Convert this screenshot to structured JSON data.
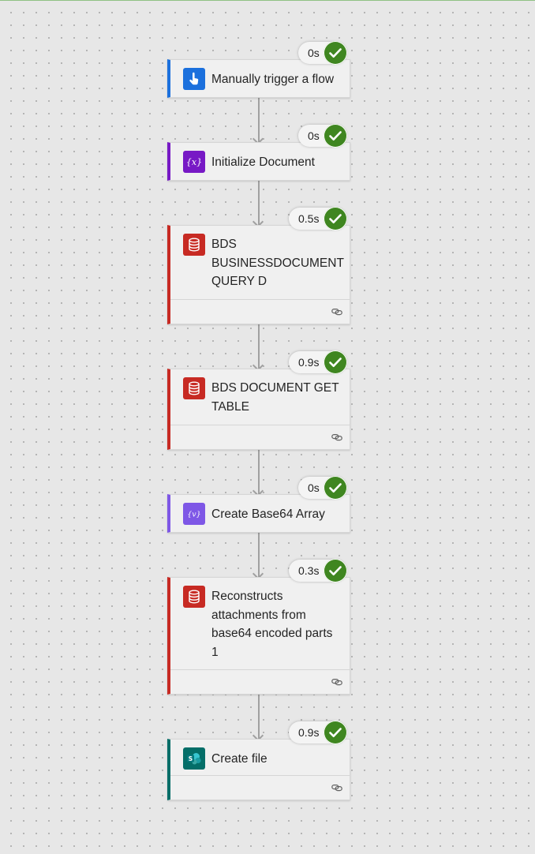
{
  "colors": {
    "trigger_accent": "#1b70dd",
    "variable_accent": "#7719c5",
    "sql_accent": "#c72a23",
    "compose_accent": "#7e57e6",
    "sharepoint_accent": "#046e68",
    "success": "#3f8620"
  },
  "flow": {
    "steps": [
      {
        "title": "Manually trigger a flow",
        "duration": "0s",
        "status": "succeeded",
        "icon": "hand-pointer-icon"
      },
      {
        "title": "Initialize Document",
        "duration": "0s",
        "status": "succeeded",
        "icon": "variable-icon"
      },
      {
        "title": "BDS BUSINESSDOCUMENT QUERY D",
        "duration": "0.5s",
        "status": "succeeded",
        "icon": "database-icon"
      },
      {
        "title": "BDS DOCUMENT GET TABLE",
        "duration": "0.9s",
        "status": "succeeded",
        "icon": "database-icon"
      },
      {
        "title": "Create Base64 Array",
        "duration": "0s",
        "status": "succeeded",
        "icon": "compose-variable-icon"
      },
      {
        "title": "Reconstructs attachments from base64 encoded parts 1",
        "duration": "0.3s",
        "status": "succeeded",
        "icon": "database-icon"
      },
      {
        "title": "Create file",
        "duration": "0.9s",
        "status": "succeeded",
        "icon": "sharepoint-icon"
      }
    ]
  }
}
